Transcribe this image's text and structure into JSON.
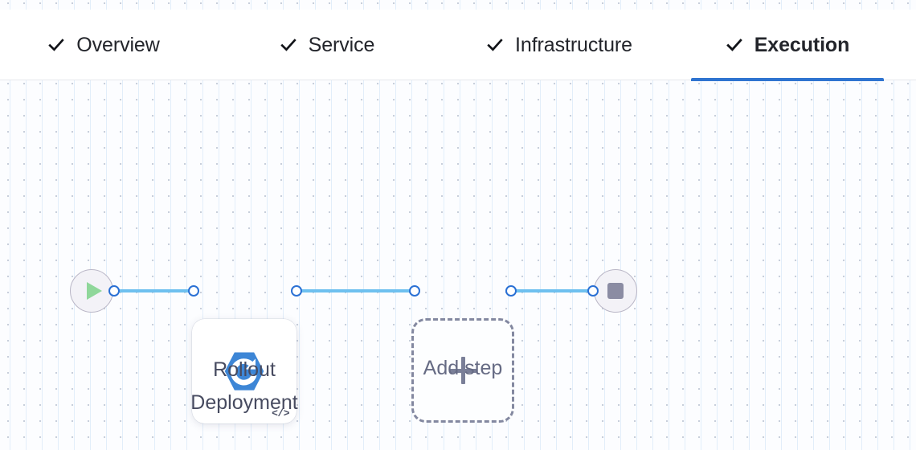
{
  "tabs": [
    {
      "label": "Overview",
      "icon": "check-icon",
      "complete": true,
      "active": false
    },
    {
      "label": "Service",
      "icon": "check-icon",
      "complete": true,
      "active": false
    },
    {
      "label": "Infrastructure",
      "icon": "check-icon",
      "complete": true,
      "active": false
    },
    {
      "label": "Execution",
      "icon": "check-icon",
      "complete": true,
      "active": true
    }
  ],
  "pipeline": {
    "start_node": {
      "name": "start-node",
      "icon": "play-icon"
    },
    "end_node": {
      "name": "end-node",
      "icon": "stop-icon"
    },
    "steps": [
      {
        "label": "Rollout\nDeployment",
        "icon": "rollout-hexagon-icon",
        "badge": "</>",
        "badge_icon": "code-icon",
        "type": "step-card"
      },
      {
        "label": "Add step",
        "icon": "plus-icon",
        "type": "add-step-placeholder"
      }
    ],
    "connector_count": 3
  },
  "colors": {
    "accent": "#2f74d0",
    "connector": "#6ec0ef",
    "port_border": "#2a70d4",
    "play": "#8fd79a",
    "stop": "#8b8ca3",
    "rollout_blue": "#3d86d6",
    "dashed_border": "#8388a0",
    "label_text": "#474b60",
    "tab_text": "#23252b",
    "canvas_dot": "#c8cfdb"
  }
}
